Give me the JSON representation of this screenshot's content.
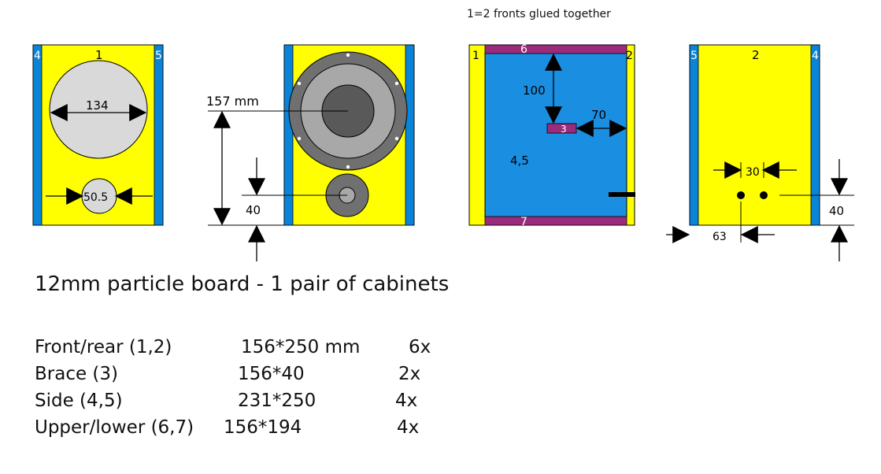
{
  "note": "1=2 fronts glued together",
  "views": {
    "front_panel": {
      "label_top": "1",
      "label_left": "4",
      "label_right": "5",
      "woofer_hole": "134",
      "tweeter_hole": "50.5"
    },
    "front_with_drivers": {
      "woofer_center_height": "157 mm",
      "tweeter_center_height": "40"
    },
    "inside": {
      "label_left": "1",
      "label_right": "2",
      "label_top": "6",
      "label_bottom": "7",
      "brace": "3",
      "brace_from_top": "100",
      "brace_from_side": "70",
      "sides": "4,5"
    },
    "rear_panel": {
      "label_top": "2",
      "label_left": "5",
      "label_right": "4",
      "terminal_spacing": "30",
      "terminal_from_side": "63",
      "terminal_height": "40"
    }
  },
  "heading": "12mm particle board - 1 pair of cabinets",
  "parts": [
    {
      "name": "Front/rear (1,2)",
      "dims": "156*250 mm",
      "qty": "6x"
    },
    {
      "name": "Brace (3)",
      "dims": "156*40",
      "qty": "2x"
    },
    {
      "name": "Side (4,5)",
      "dims": "231*250",
      "qty": "4x"
    },
    {
      "name": "Upper/lower (6,7)",
      "dims": "156*194",
      "qty": "4x"
    }
  ],
  "colors": {
    "panel": "#ffff00",
    "side": "#0a84d8",
    "interior": "#1a8ee0",
    "top_bottom": "#9b2c7b",
    "hole": "#d9d9d9",
    "driver_outer": "#707070",
    "driver_mid": "#a8a8a8",
    "driver_cone": "#595959"
  }
}
